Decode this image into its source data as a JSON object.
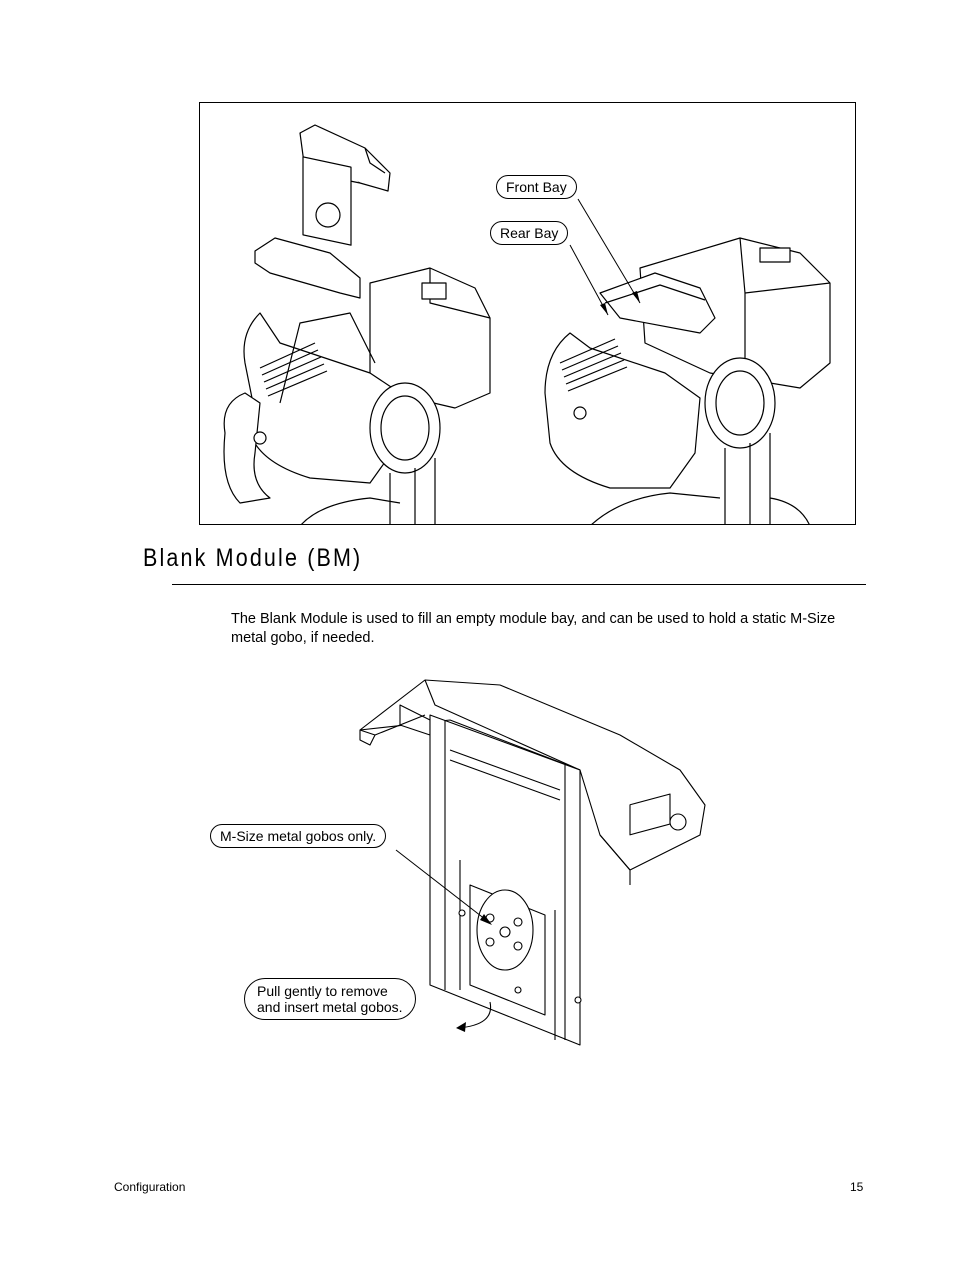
{
  "top_figure": {
    "callouts": {
      "front_bay": "Front Bay",
      "rear_bay": "Rear Bay"
    }
  },
  "section": {
    "title": "Blank Module (BM)",
    "body": "The Blank Module is used to fill an empty module bay, and can be used to hold a static M-Size metal gobo, if needed."
  },
  "bottom_figure": {
    "callouts": {
      "gobos_only": "M-Size metal gobos only.",
      "pull_gently_line1": "Pull gently to remove",
      "pull_gently_line2": "and insert metal gobos."
    }
  },
  "footer": {
    "chapter": "Configuration",
    "page_number": "15"
  }
}
